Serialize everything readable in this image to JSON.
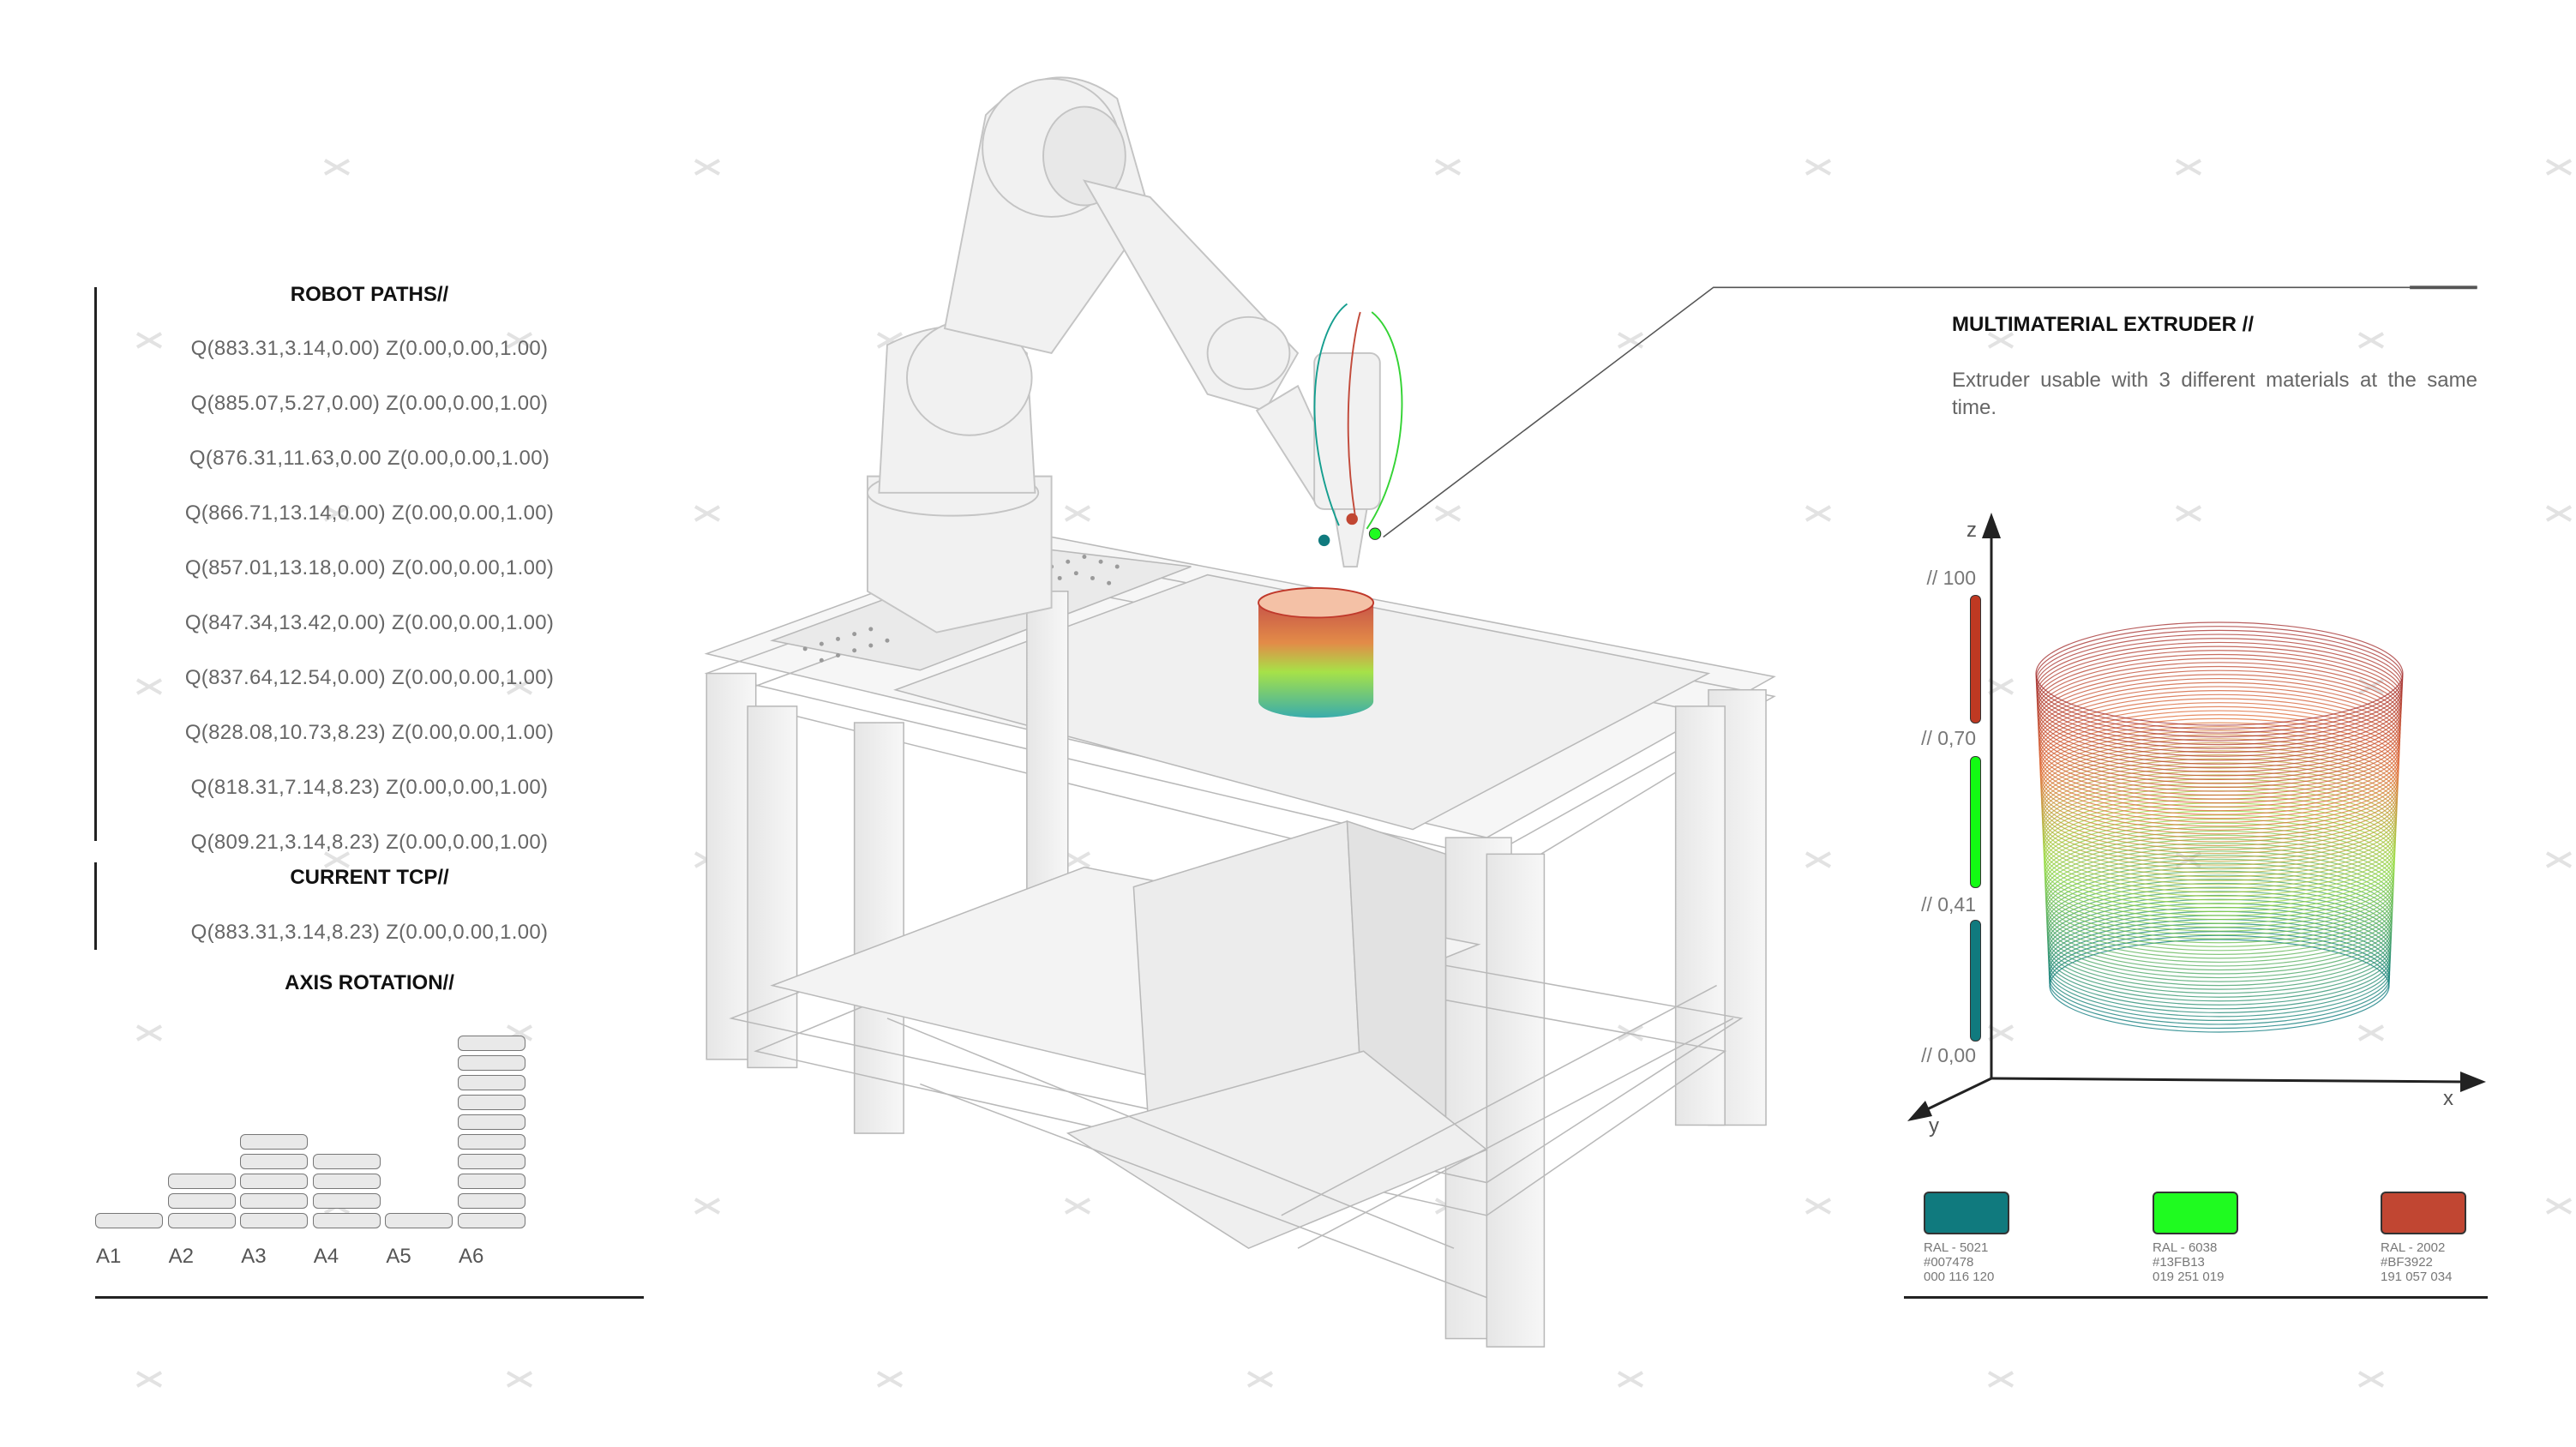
{
  "left_panel": {
    "robot_paths_title": "ROBOT PATHS//",
    "robot_paths": [
      "Q(883.31,3.14,0.00) Z(0.00,0.00,1.00)",
      "Q(885.07,5.27,0.00) Z(0.00,0.00,1.00)",
      "Q(876.31,11.63,0.00 Z(0.00,0.00,1.00)",
      "Q(866.71,13.14,0.00) Z(0.00,0.00,1.00)",
      "Q(857.01,13.18,0.00) Z(0.00,0.00,1.00)",
      "Q(847.34,13.42,0.00) Z(0.00,0.00,1.00)",
      "Q(837.64,12.54,0.00) Z(0.00,0.00,1.00)",
      "Q(828.08,10.73,8.23) Z(0.00,0.00,1.00)",
      "Q(818.31,7.14,8.23) Z(0.00,0.00,1.00)",
      "Q(809.21,3.14,8.23) Z(0.00,0.00,1.00)"
    ],
    "current_tcp_title": "CURRENT TCP//",
    "current_tcp": "Q(883.31,3.14,8.23) Z(0.00,0.00,1.00)",
    "axis_rotation_title": "AXIS ROTATION//",
    "axis_rotation": {
      "labels": [
        "A1",
        "A2",
        "A3",
        "A4",
        "A5",
        "A6"
      ],
      "values": [
        1,
        3,
        5,
        4,
        1,
        10
      ]
    }
  },
  "right_panel": {
    "title": "MULTIMATERIAL EXTRUDER //",
    "description": "Extruder usable with 3 different materials at the same time.",
    "chart": {
      "axis_z": "z",
      "axis_x": "x",
      "axis_y": "y",
      "scale_labels": [
        "// 100",
        "// 0,70",
        "// 0,41",
        "// 0,00"
      ],
      "scale_colors": [
        "#BF3922",
        "#13FB13",
        "#007478"
      ]
    },
    "materials": [
      {
        "ral": "RAL - 5021",
        "hex": "#007478",
        "rgb": "000 116 120",
        "color": "#107A7E"
      },
      {
        "ral": "RAL - 6038",
        "hex": "#13FB13",
        "rgb": "019 251 019",
        "color": "#1FFB20"
      },
      {
        "ral": "RAL - 2002",
        "hex": "#BF3922",
        "rgb": "191 057 034",
        "color": "#C14632"
      }
    ]
  }
}
